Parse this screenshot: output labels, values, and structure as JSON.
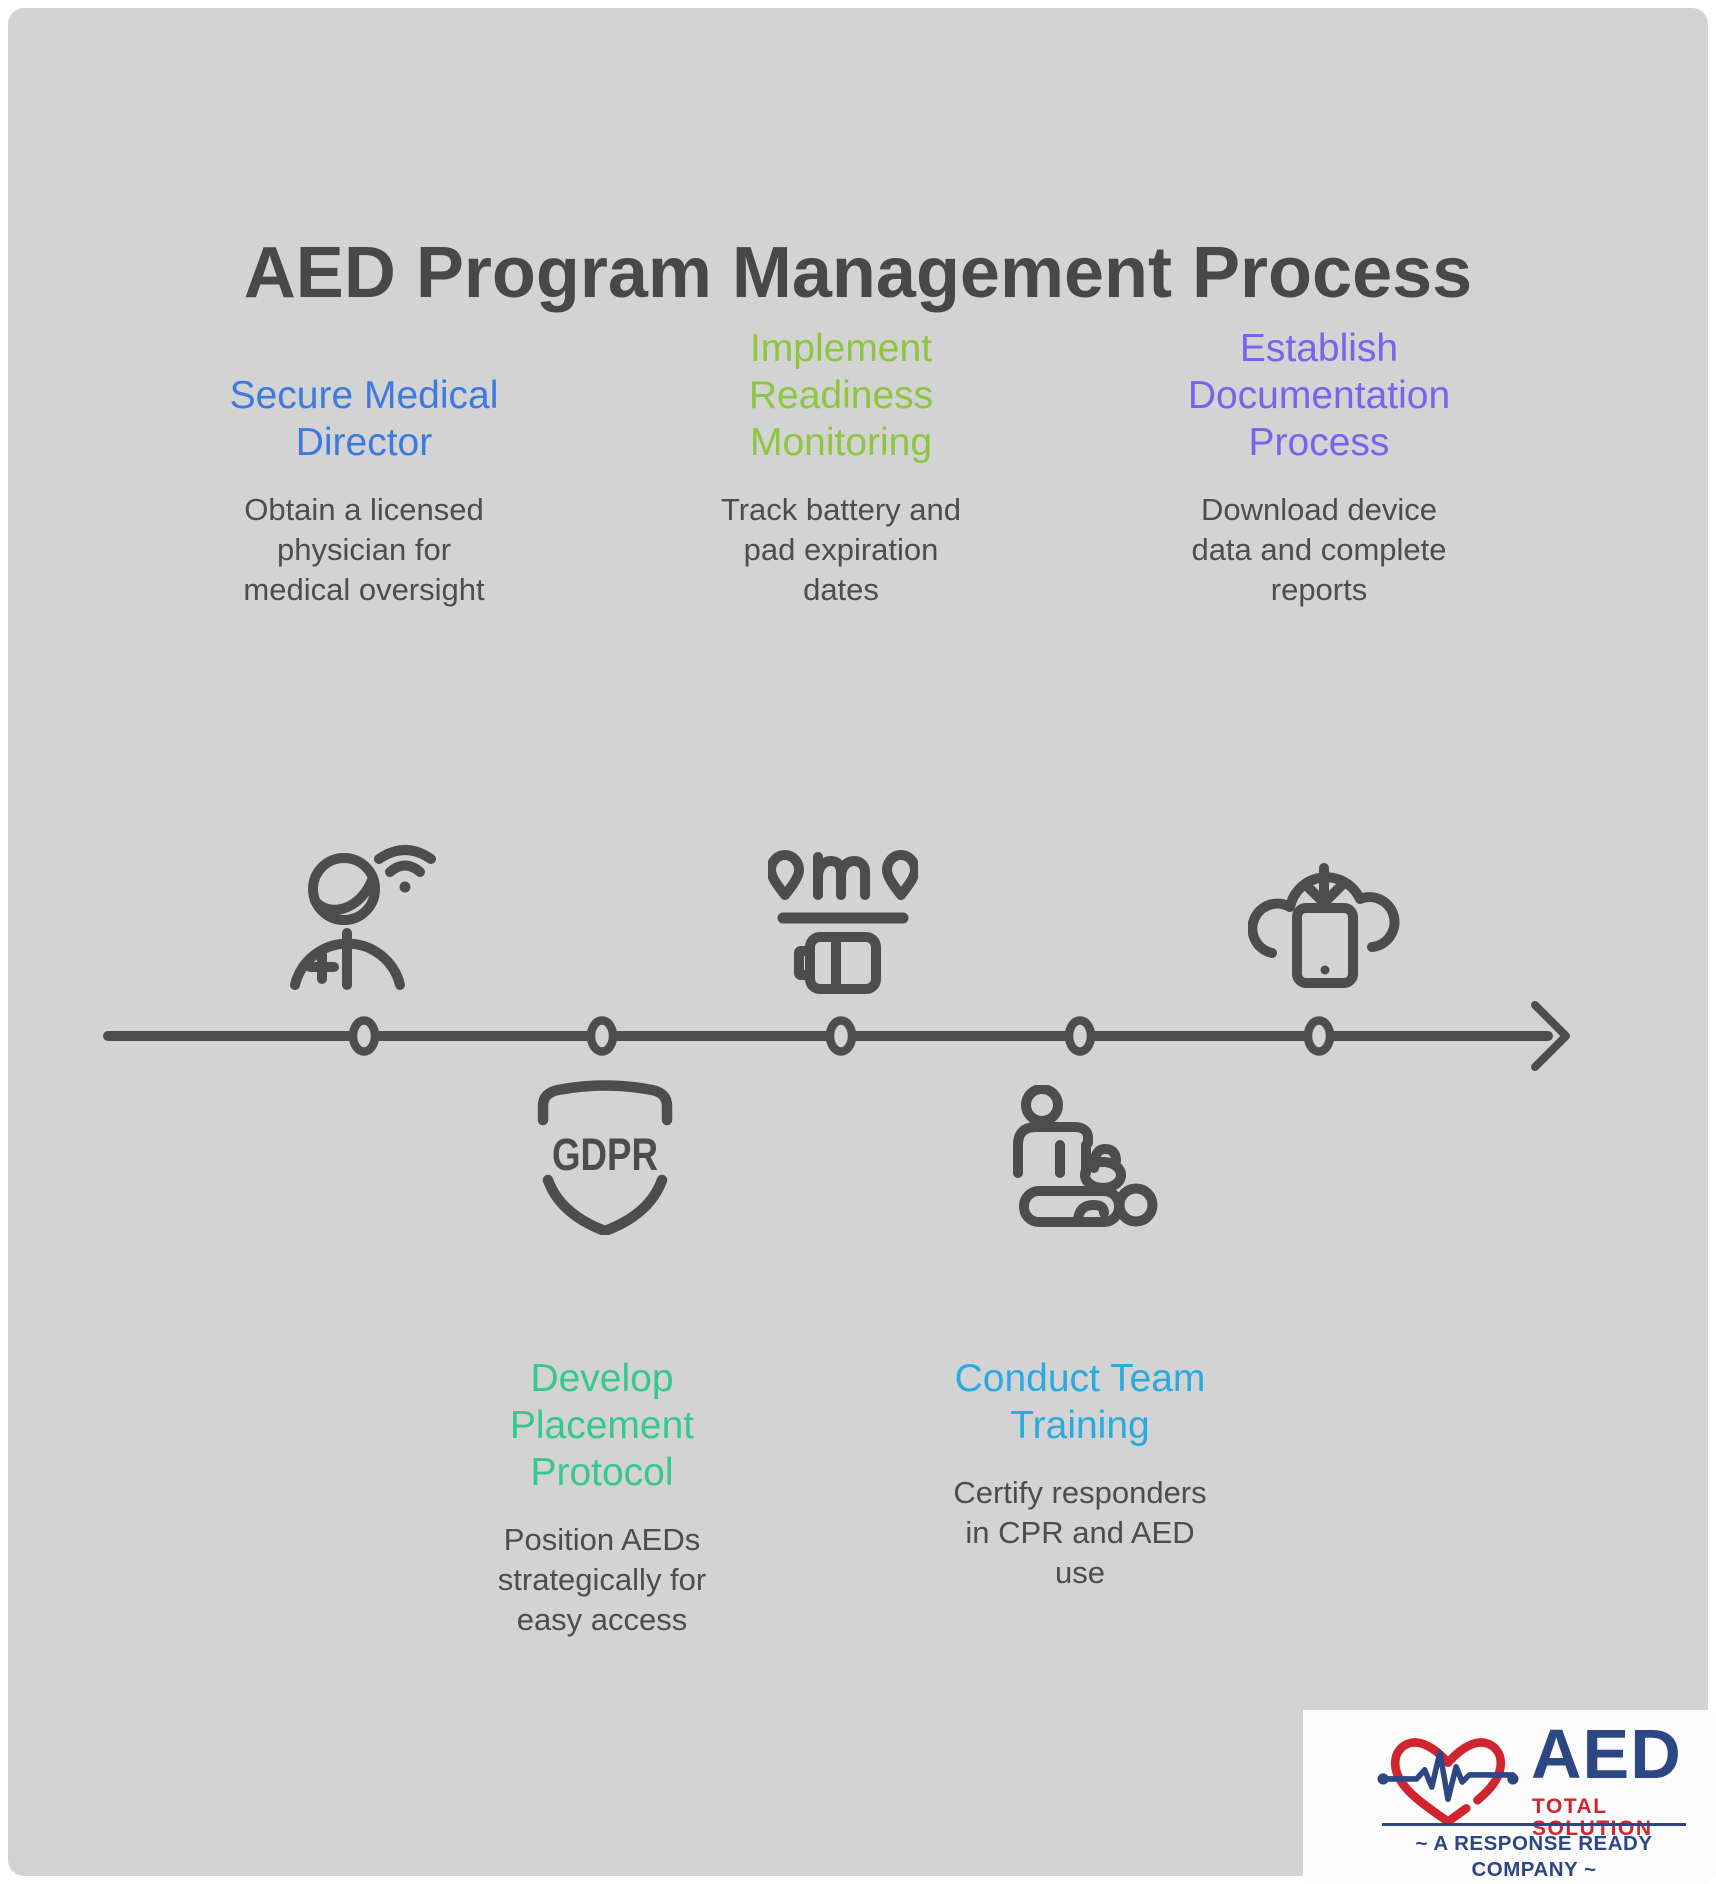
{
  "page": {
    "title": "AED Program Management Process",
    "background_color": "#d2d3d2",
    "title_color": "#484848",
    "text_color": "#4d4d4d",
    "icon_color": "#4d4d4d"
  },
  "steps": [
    {
      "order": 1,
      "title": "Secure Medical\nDirector",
      "description": "Obtain a licensed\nphysician for\nmedical oversight",
      "color": "#3e7ade",
      "icon": "doctor-with-wifi-icon",
      "label_position": "top"
    },
    {
      "order": 2,
      "title": "Develop\nPlacement\nProtocol",
      "description": "Position AEDs\nstrategically for\neasy access",
      "color": "#36c98e",
      "icon": "gdpr-shield-icon",
      "icon_text": "GDPR",
      "label_position": "bottom"
    },
    {
      "order": 3,
      "title": "Implement\nReadiness\nMonitoring",
      "description": "Track battery and\npad expiration\ndates",
      "color": "#8dc63f",
      "icon": "map-pins-battery-icon",
      "label_position": "top"
    },
    {
      "order": 4,
      "title": "Conduct Team\nTraining",
      "description": "Certify responders\nin CPR and AED\nuse",
      "color": "#29abe2",
      "icon": "cpr-training-icon",
      "label_position": "bottom"
    },
    {
      "order": 5,
      "title": "Establish\nDocumentation\nProcess",
      "description": "Download device\ndata and complete\nreports",
      "color": "#7b62ec",
      "icon": "cloud-download-phone-icon",
      "label_position": "top"
    }
  ],
  "logo": {
    "wordmark": "AED",
    "subtitle": "TOTAL SOLUTION",
    "tagline": "~ A RESPONSE READY COMPANY ~",
    "navy": "#2d4684",
    "red": "#d0252f"
  }
}
